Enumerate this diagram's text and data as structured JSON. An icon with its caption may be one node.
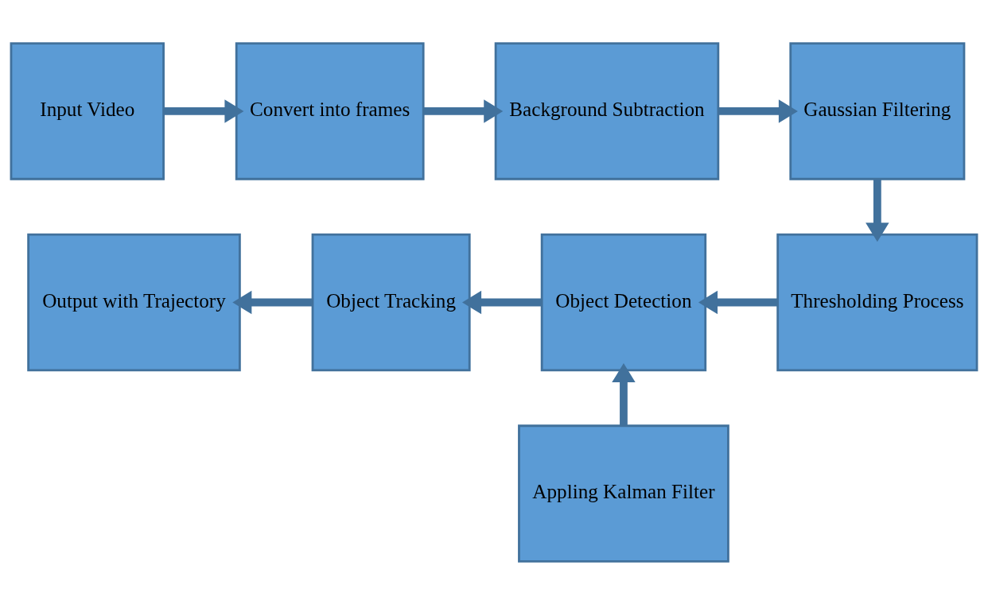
{
  "diagram": {
    "nodes": [
      {
        "text": [
          "Input Video"
        ]
      },
      {
        "text": [
          "Convert into frames"
        ]
      },
      {
        "text": [
          "Background Subtraction"
        ]
      },
      {
        "text": [
          "Gaussian Filtering"
        ]
      },
      {
        "text": [
          "Thresholding Process"
        ]
      },
      {
        "text": [
          "Object Detection"
        ]
      },
      {
        "text": [
          "Object Tracking"
        ]
      },
      {
        "text": [
          "Output with Trajectory"
        ]
      },
      {
        "text": [
          "Appling Kalman Filter"
        ]
      }
    ],
    "edges": [
      {
        "from": 0,
        "to": 1,
        "arrow": "to"
      },
      {
        "from": 1,
        "to": 2,
        "arrow": "to"
      },
      {
        "from": 2,
        "to": 3,
        "arrow": "to"
      },
      {
        "from": 3,
        "to": 4,
        "arrow": "to"
      },
      {
        "from": 4,
        "to": 5,
        "arrow": "to"
      },
      {
        "from": 5,
        "to": 6,
        "arrow": "to"
      },
      {
        "from": 6,
        "to": 7,
        "arrow": "to"
      },
      {
        "from": 8,
        "to": 5,
        "arrow": "to"
      }
    ]
  }
}
